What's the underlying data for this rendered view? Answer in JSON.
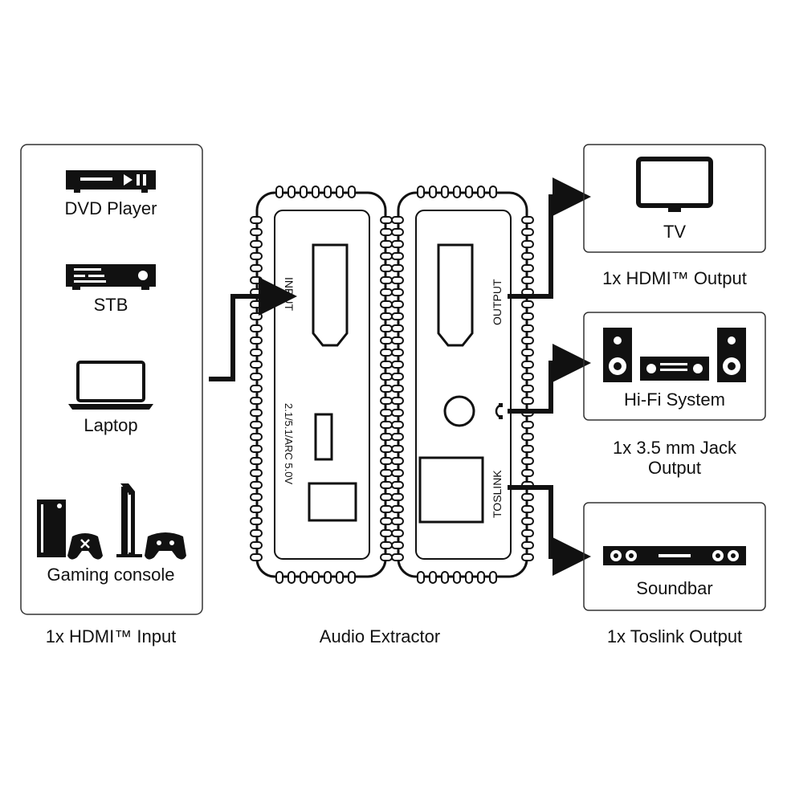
{
  "sources": {
    "items": [
      {
        "label": "DVD Player",
        "icon": "dvd-player-icon"
      },
      {
        "label": "STB",
        "icon": "set-top-box-icon"
      },
      {
        "label": "Laptop",
        "icon": "laptop-icon"
      },
      {
        "label": "Gaming console",
        "icon": "gaming-console-icon"
      }
    ],
    "caption": "1x HDMI™ Input"
  },
  "device": {
    "caption": "Audio Extractor",
    "input_port_label": "INPUT",
    "side_label": "2.1/5.1/ARC  5.0V",
    "output_port_label": "OUTPUT",
    "toslink_port_label": "TOSLINK"
  },
  "outputs": [
    {
      "label": "TV",
      "icon": "tv-icon",
      "caption": "1x HDMI™ Output"
    },
    {
      "label": "Hi-Fi System",
      "icon": "hifi-system-icon",
      "caption_line1": "1x 3.5 mm Jack",
      "caption_line2": "Output"
    },
    {
      "label": "Soundbar",
      "icon": "soundbar-icon",
      "caption": "1x Toslink Output"
    }
  ],
  "colors": {
    "ink": "#111111",
    "background": "#ffffff"
  }
}
